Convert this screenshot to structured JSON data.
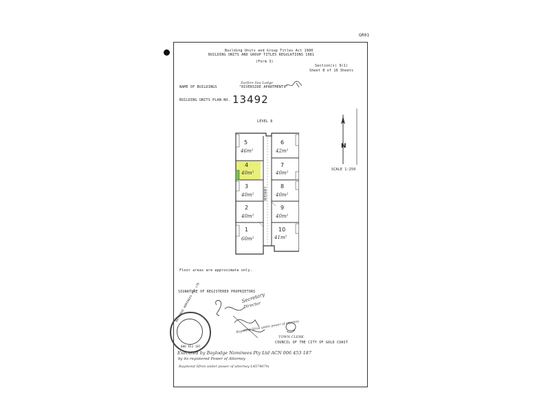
{
  "corner_mark": "GR01",
  "header": {
    "act_line": "Building Units and Group Titles Act 1980",
    "regulations_line": "BUILDING UNITS AND GROUP TITLES REGULATIONS 1981",
    "form": "(Form 3)",
    "section": "Section(s) 9(1)",
    "sheet": "Sheet 8 of 10 Sheets"
  },
  "building_name": {
    "label": "NAME OF BUILDINGS",
    "value_line1": "Surfers Sea Lodge",
    "value_line2": "\"RIVERSIDE APARTMENTS\""
  },
  "plan_number": {
    "label": "BUILDING UNITS PLAN NO.",
    "value": "13492"
  },
  "level": "LEVEL 8",
  "north_label": "N",
  "scale": "SCALE 1:250",
  "plan": {
    "units": [
      {
        "num": "5",
        "area": "46m²"
      },
      {
        "num": "6",
        "area": "42m²"
      },
      {
        "num": "4",
        "area": "40m²",
        "highlight": true
      },
      {
        "num": "7",
        "area": "40m²"
      },
      {
        "num": "3",
        "area": "40m²"
      },
      {
        "num": "8",
        "area": "40m²"
      },
      {
        "num": "2",
        "area": "40m²"
      },
      {
        "num": "9",
        "area": "40m²"
      },
      {
        "num": "1",
        "area": "60m²"
      },
      {
        "num": "10",
        "area": "41m²"
      }
    ],
    "corridor_label": "CORRIDOR",
    "highlight_color": "#e8f07a"
  },
  "floor_note": "Floor areas are approximate only.",
  "signature_label": "SIGNATURE OF REGISTERED PROPRIETORS",
  "handwritten": {
    "secretary": "Secretary",
    "director": "Director",
    "signer_name": "Raymond Sfron under power of attorney",
    "execution_line1": "Executed by Baylodge Nominees Pty Ltd ACN 006 453 187",
    "execution_line2": "by its registered Power of Attorney",
    "execution_line3": "Raymond Sfron under power of attorney L457407m",
    "town_clerk": "TOWN CLERK"
  },
  "seal": {
    "text": "BAYLODGE NOMINEES PTY LTD",
    "acn": "006 453 187"
  },
  "council": "COUNCIL OF THE CITY OF GOLD COAST"
}
